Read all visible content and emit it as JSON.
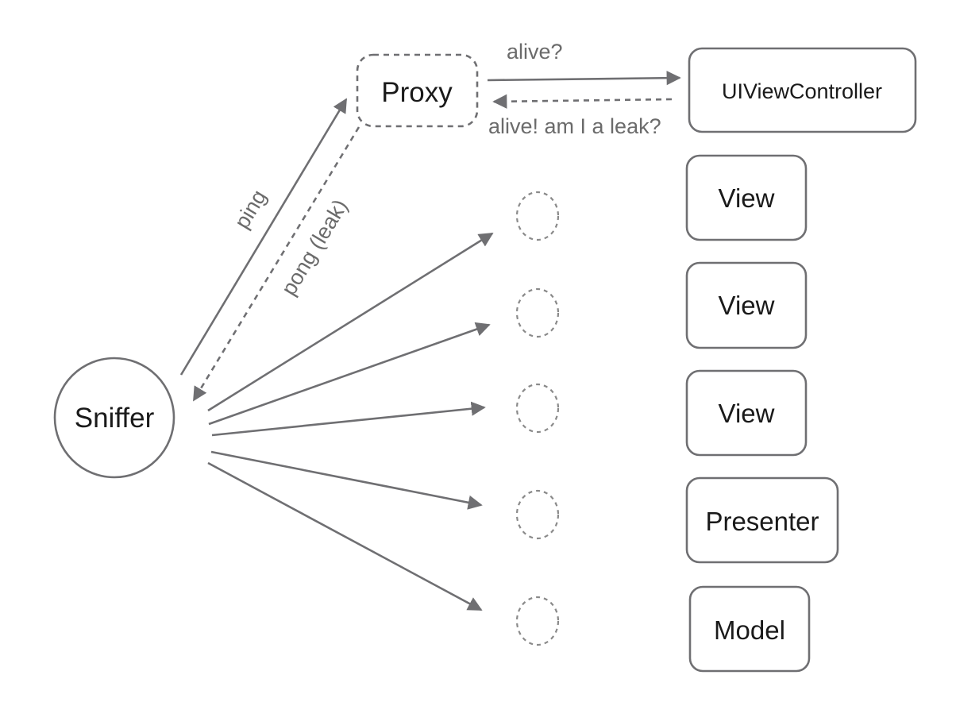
{
  "nodes": {
    "sniffer": "Sniffer",
    "proxy": "Proxy",
    "uiviewcontroller": "UIViewController",
    "view_1": "View",
    "view_2": "View",
    "view_3": "View",
    "presenter": "Presenter",
    "model": "Model"
  },
  "edges": {
    "alive": "alive?",
    "alive_reply": "alive! am I a leak?",
    "ping": "ping",
    "pong": "pong (leak)"
  },
  "colors": {
    "stroke": "#6f6f72",
    "text": "#1a1a1a",
    "edge_text": "#6b6b6b"
  }
}
